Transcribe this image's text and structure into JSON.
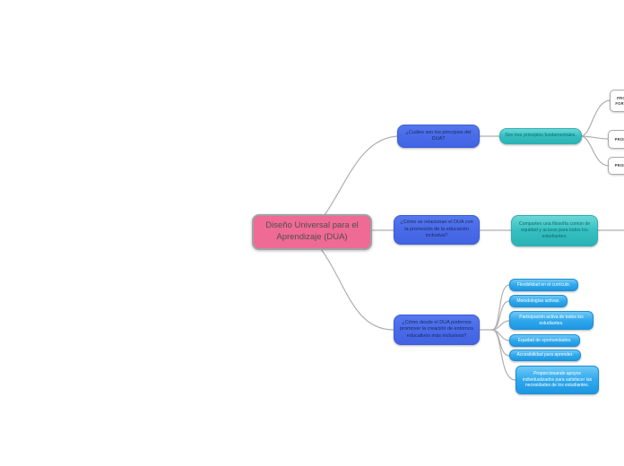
{
  "app": {
    "type": "mind-map-editor",
    "background": "#ffffff"
  },
  "palette": {
    "root_fill": "#EF6A94",
    "root_border": "#9FA0A4",
    "root_text": "#4F4F4F",
    "question_fill": "#4A6CE9",
    "question_border": "#3D5CD6",
    "question_text": "#1A2960",
    "answer_fill": "#35BFC1",
    "answer_border": "#2FAEB0",
    "answer_text": "#0D6B6D",
    "idea_fill": "#2FA8EC",
    "idea_border": "#1D8FD6",
    "idea_text": "#FFFFFF",
    "stub_fill": "#FFFFFF",
    "stub_border": "#ABABAB",
    "stub_text": "#3D3D3D",
    "connector": "#AFAFAF"
  },
  "mindmap": {
    "root": {
      "label": "Diseño Universal para el Aprendizaje (DUA)"
    },
    "branch_principles": {
      "question": "¿Cuáles son los principios del DUA?",
      "answer": "Son tres principios fundamentales.",
      "children_truncated": [
        "PRO\nFORM",
        "PROP",
        "PROP"
      ]
    },
    "branch_inclusion": {
      "question": "¿Cómo se relacionan el DUA con la promoción de la educación inclusiva?",
      "answer": "Comparten una filosofía común de equidad y acceso para todos los estudiantes."
    },
    "branch_environments": {
      "question": "¿Cómo desde el DUA podemos promover la creación de entornos educativos más inclusivos?",
      "ideas": [
        "Flexibilidad en el currículo.",
        "Metodologías activas.",
        "Participación activa de todos los estudiantes.",
        "Equidad de oportunidades.",
        "Accesibilidad para aprender.",
        "Proporcionando apoyos individualizados para satisfacer las necesidades de los estudiantes."
      ]
    }
  }
}
